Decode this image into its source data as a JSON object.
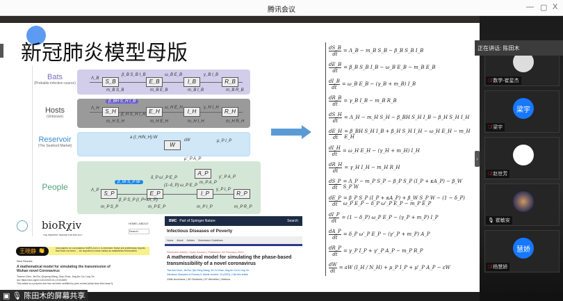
{
  "window": {
    "title": "腾讯会议",
    "minimize": "—",
    "maximize": "▢",
    "close": "X"
  },
  "speaking": {
    "label": "正在讲话: 陈田木"
  },
  "screen_share": {
    "label": "陈田木的屏幕共享"
  },
  "participants": [
    {
      "name": "数学-崔星杰",
      "mic": "muted"
    },
    {
      "name": "梁宇",
      "avatar_text": "梁宇",
      "mic": "muted",
      "color": "#1677ff"
    },
    {
      "name": "赵世芳",
      "mic": "muted"
    },
    {
      "name": "崔敏安",
      "mic": "on"
    },
    {
      "name": "杨慧娇",
      "avatar_text": "慧娇",
      "mic": "muted",
      "color": "#1677ff"
    }
  ],
  "slide": {
    "title": "新冠肺炎模型母版",
    "groups": {
      "bats": {
        "label": "Bats",
        "sub": "(Probable infection source)"
      },
      "hosts": {
        "label": "Hosts",
        "sub": "(Unknown)"
      },
      "reservoir": {
        "label": "Reservoir",
        "sub": "(The Seafood Market)"
      },
      "people": {
        "label": "People",
        "sub": ""
      }
    },
    "nodes": {
      "SB": "S_B",
      "EB": "E_B",
      "IB": "I_B",
      "RB": "R_B",
      "SH": "S_H",
      "EH": "E_H",
      "IH": "I_H",
      "RH": "R_H",
      "W": "W",
      "SP": "S_P",
      "EP": "E_P",
      "IP": "I_P",
      "AP": "A_P",
      "RP": "R_P"
    },
    "flows": {
      "b_in": "Λ_B",
      "b_se": "β_B S_B I_B",
      "b_ei": "ω_B E_B",
      "b_ir": "γ_B I_B",
      "b_ms": "m_B S_B",
      "b_me": "m_B E_B",
      "b_mi": "m_B I_B",
      "b_mr": "m_B R_B",
      "h_in": "Λ_H",
      "h_bh": "β_BH S_H I_B",
      "h_se": "β_H S_H I_H",
      "h_ei": "ω_H E_H",
      "h_ir": "γ_H I_H",
      "h_ms": "m_H S_H",
      "h_me": "m_H E_H",
      "h_mi": "m_H I_H",
      "h_mr": "m_H R_H",
      "w_in": "a (I_H/N_H) W",
      "w_out": "εW",
      "w_ip": "μ_P I_P",
      "w_ap": "μ'_P A_P",
      "p_in": "Λ_P",
      "p_w": "β_W S_P W",
      "p_se": "β_P S_P (I_P+κA_P)",
      "p_ea": "δ_P ω'_P E_P",
      "p_ei": "(1−δ_P) ω_P E_P",
      "p_ir": "γ_P I_P",
      "p_ar": "γ'_P A_P",
      "p_ms": "m_P S_P",
      "p_me": "m_P E_P",
      "p_mi": "m_P I_P",
      "p_ma": "m_P A_P",
      "p_mr": "m_P R_P"
    },
    "equations": [
      {
        "n": "dS_B",
        "d": "dt",
        "rhs": "= Λ_B − m_B S_B − β_B S_B I_B"
      },
      {
        "n": "dE_B",
        "d": "dt",
        "rhs": "= β_B S_B I_B − ω_B E_B − m_B E_B"
      },
      {
        "n": "dI_B",
        "d": "dt",
        "rhs": "= ω_B E_B − (γ_B + m_B) I_B"
      },
      {
        "n": "dR_B",
        "d": "dt",
        "rhs": "= γ_B I_B − m_B R_B"
      },
      {
        "n": "dS_H",
        "d": "dt",
        "rhs": "= Λ_H − m_H S_H − β_BH S_H I_B − β_H S_H I_H"
      },
      {
        "n": "dE_H",
        "d": "dt",
        "rhs": "= β_BH S_H I_B + β_H S_H I_H − ω_H E_H − m_H E_H"
      },
      {
        "n": "dI_H",
        "d": "dt",
        "rhs": "= ω_H E_H − (γ_H + m_H) I_H"
      },
      {
        "n": "dR_H",
        "d": "dt",
        "rhs": "= γ_H I_H − m_H R_H"
      },
      {
        "n": "dS_P",
        "d": "dt",
        "rhs": "= Λ_P − m_P S_P − β_P S_P (I_P + κA_P) − β_W S_P W"
      },
      {
        "n": "dE_P",
        "d": "dt",
        "rhs": "= β_P S_P (I_P + κA_P) + β_W S_P W − (1 − δ_P) ω_P E_P − δ_P ω'_P E_P − m_P E_P"
      },
      {
        "n": "dI_P",
        "d": "dt",
        "rhs": "= (1 − δ_P) ω_P E_P − (γ_P + m_P) I_P"
      },
      {
        "n": "dA_P",
        "d": "dt",
        "rhs": "= δ_P ω'_P E_P − (γ'_P + m_P) A_P"
      },
      {
        "n": "dR_P",
        "d": "dt",
        "rhs": "= γ_P I_P + γ'_P A_P − m_P R_P"
      },
      {
        "n": "dW",
        "d": "dt",
        "rhs": "= aW (I_H / N_H) + μ_P I_P + μ'_P A_P − εW"
      }
    ],
    "biorxiv": {
      "logo": "bioRχiv",
      "tagline": "THE PREPRINT SERVER FOR BIOLOGY",
      "nav": "HOME | ABOUT",
      "search": "Search",
      "notice": "new papers on coronavirus SARS-CoV-2. A reminder: these are preliminary reports that have not been ... be reported in news media as established information.",
      "section": "New Results",
      "title": "A mathematical model for simulating the transmission of Wuhan novel Coronavirus",
      "authors": "Tianmu Chen, Jia Rui, Qiupeng Wang, Zeyu Zhao, Jing-An Cui, Ling Yin",
      "doi": "doi: https://doi.org/10.1101/2020.01.19.911669",
      "note": "This article is a preprint and has not been certified by peer review [what does this mean?]."
    },
    "reaction": {
      "name": "王晓静",
      "emoji": "👏"
    },
    "bmc": {
      "brand": "BMC",
      "part": "Part of Springer Nature",
      "search": "Search",
      "journal": "Infectious Diseases of Poverty",
      "nav": [
        "Home",
        "About",
        "Articles",
        "Submission Guidelines"
      ],
      "meta": "Research Article | Open Access | Published: 28 February 2020",
      "title": "A mathematical model for simulating the phase-based transmissibility of a novel coronavirus",
      "authors": "Tian-Mu Chen, Jia Rui, Qiu-Peng Wang, Ze-Yu Zhao, Jing-An Cui & Ling Yin",
      "cite": "Infectious Diseases of Poverty 9, Article number: 24 (2020) | Cite this article",
      "metrics": "198k Accesses | 45 Citations | 67 Altmetric | Metrics"
    }
  }
}
